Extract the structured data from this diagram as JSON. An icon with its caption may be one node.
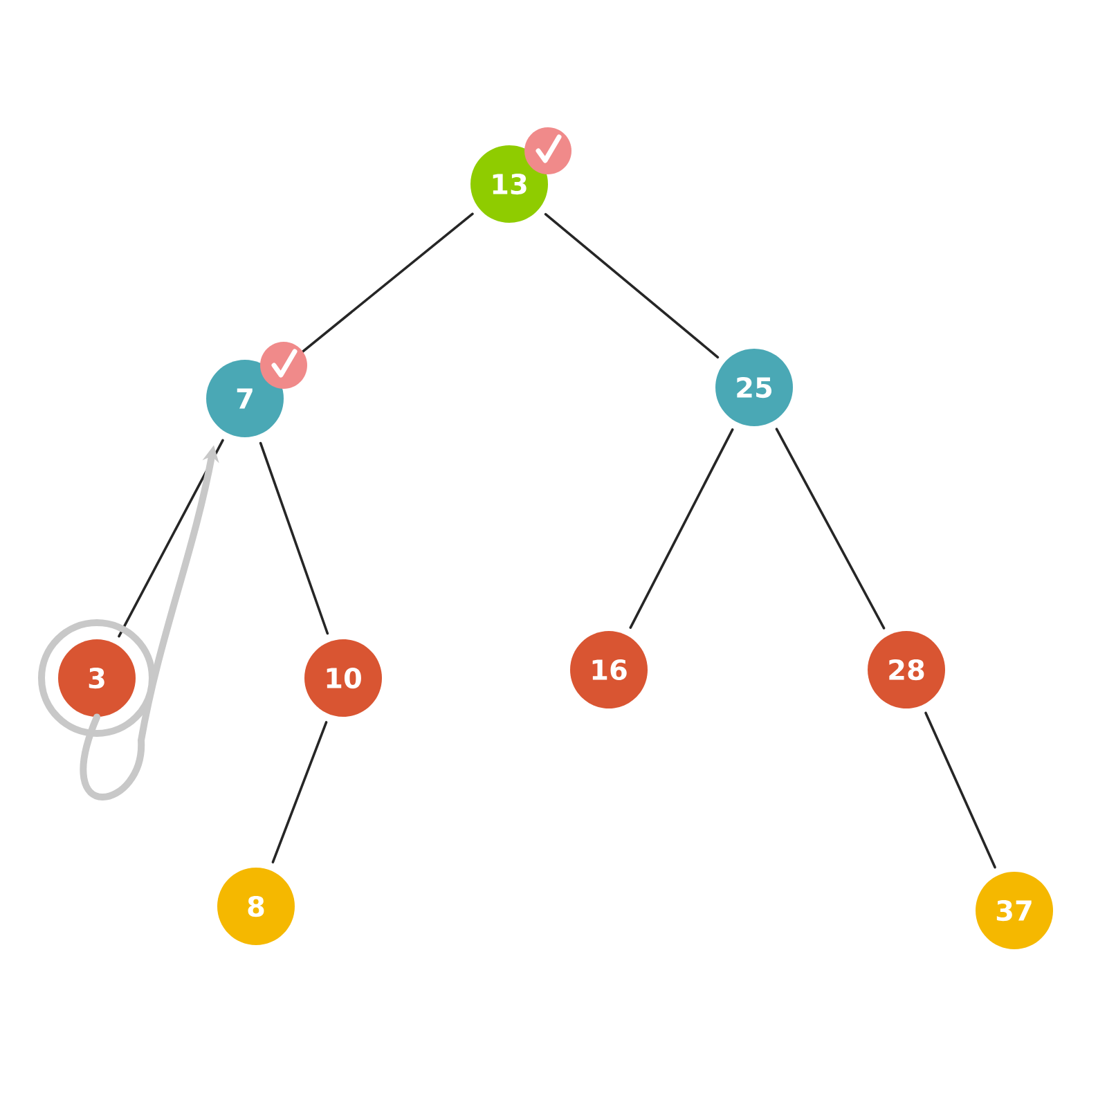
{
  "diagram": {
    "nodes": [
      {
        "text": [
          "13"
        ]
      },
      {
        "text": [
          "7"
        ]
      },
      {
        "text": [
          "25"
        ]
      },
      {
        "text": [
          "3"
        ]
      },
      {
        "text": [
          "10"
        ]
      },
      {
        "text": [
          "16"
        ]
      },
      {
        "text": [
          "28"
        ]
      },
      {
        "text": [
          "8"
        ]
      },
      {
        "text": [
          "37"
        ]
      }
    ],
    "edges": [
      {
        "from": 0,
        "to": 1,
        "arrow": "none"
      },
      {
        "from": 0,
        "to": 2,
        "arrow": "none"
      },
      {
        "from": 1,
        "to": 3,
        "arrow": "none"
      },
      {
        "from": 1,
        "to": 4,
        "arrow": "none"
      },
      {
        "from": 2,
        "to": 5,
        "arrow": "none"
      },
      {
        "from": 2,
        "to": 6,
        "arrow": "none"
      },
      {
        "from": 4,
        "to": 7,
        "arrow": "none"
      },
      {
        "from": 6,
        "to": 8,
        "arrow": "none"
      },
      {
        "from": 3,
        "to": 1,
        "arrow": "to",
        "style": "thick",
        "color": "#c8c8c8"
      }
    ]
  }
}
